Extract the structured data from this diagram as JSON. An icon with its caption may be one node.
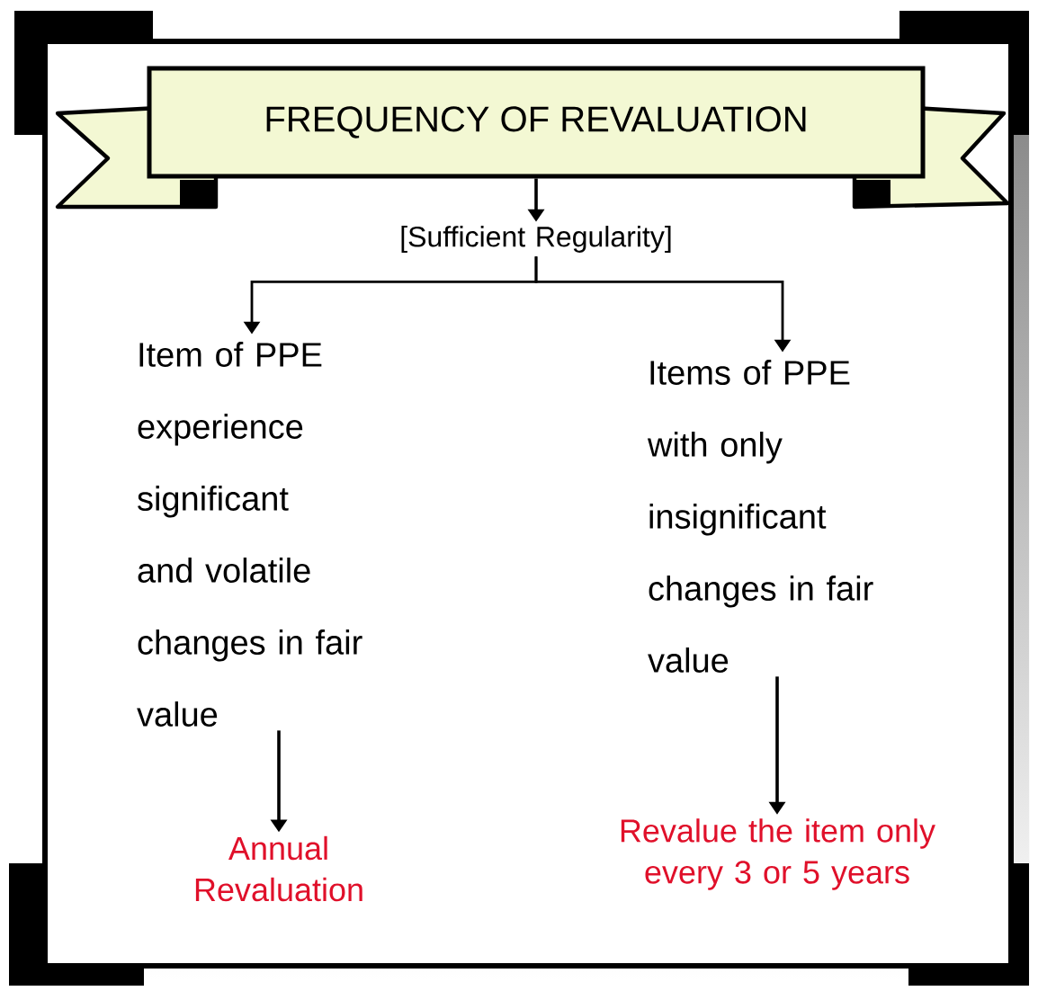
{
  "diagram": {
    "nodes": [
      {
        "text": [
          "FREQUENCY OF REVALUATION"
        ]
      },
      {
        "text": [
          "[Sufficient Regularity]"
        ]
      },
      {
        "text": [
          "Item of PPE experience significant and volatile changes in fair value"
        ]
      },
      {
        "text": [
          "Items of PPE with only insignificant changes in fair value"
        ]
      },
      {
        "text": [
          "Annual Revaluation"
        ]
      },
      {
        "text": [
          "Revalue the item only every 3 or 5 years"
        ]
      }
    ],
    "edges": [
      {
        "from": 0,
        "to": 1,
        "arrow": "to"
      },
      {
        "from": 1,
        "to": 2,
        "arrow": "to"
      },
      {
        "from": 1,
        "to": 3,
        "arrow": "to"
      },
      {
        "from": 2,
        "to": 4,
        "arrow": "to"
      },
      {
        "from": 3,
        "to": 5,
        "arrow": "to"
      }
    ]
  }
}
